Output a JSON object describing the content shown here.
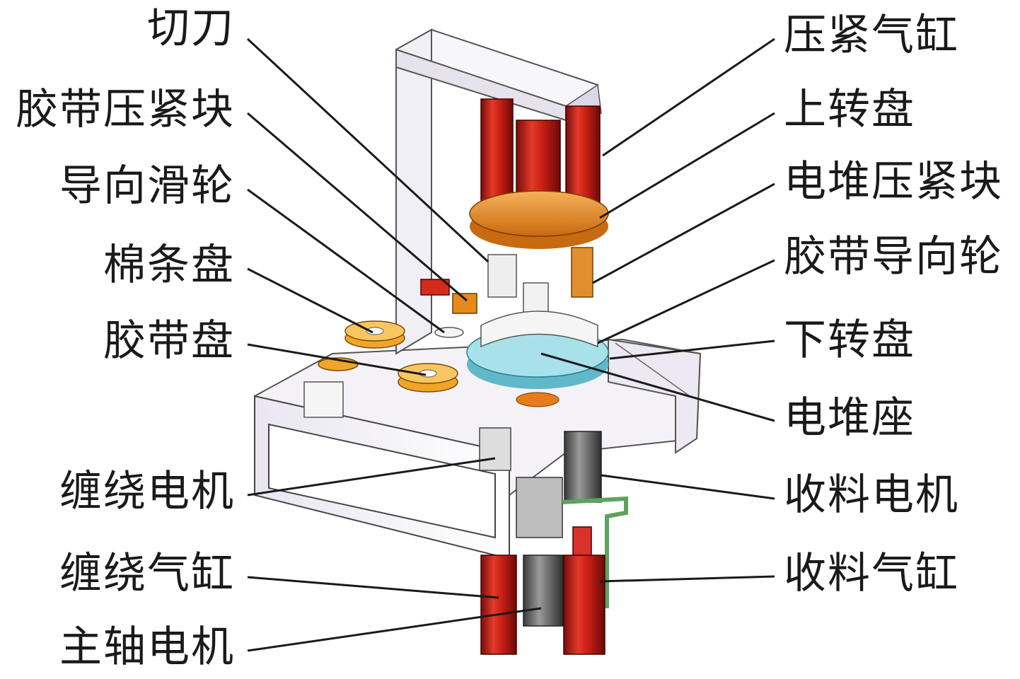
{
  "labels_left": [
    {
      "key": "cutter",
      "text": "切刀"
    },
    {
      "key": "tape_press_block",
      "text": "胶带压紧块"
    },
    {
      "key": "guide_pulley",
      "text": "导向滑轮"
    },
    {
      "key": "cotton_reel",
      "text": "棉条盘"
    },
    {
      "key": "tape_reel",
      "text": "胶带盘"
    },
    {
      "key": "winding_motor",
      "text": "缠绕电机"
    },
    {
      "key": "winding_cylinder",
      "text": "缠绕气缸"
    },
    {
      "key": "spindle_motor",
      "text": "主轴电机"
    }
  ],
  "labels_right": [
    {
      "key": "clamp_cylinder",
      "text": "压紧气缸"
    },
    {
      "key": "upper_turntable",
      "text": "上转盘"
    },
    {
      "key": "stack_press_block",
      "text": "电堆压紧块"
    },
    {
      "key": "tape_guide_wheel",
      "text": "胶带导向轮"
    },
    {
      "key": "lower_turntable",
      "text": "下转盘"
    },
    {
      "key": "stack_seat",
      "text": "电堆座"
    },
    {
      "key": "receiving_motor",
      "text": "收料电机"
    },
    {
      "key": "receiving_cylinder",
      "text": "收料气缸"
    }
  ]
}
